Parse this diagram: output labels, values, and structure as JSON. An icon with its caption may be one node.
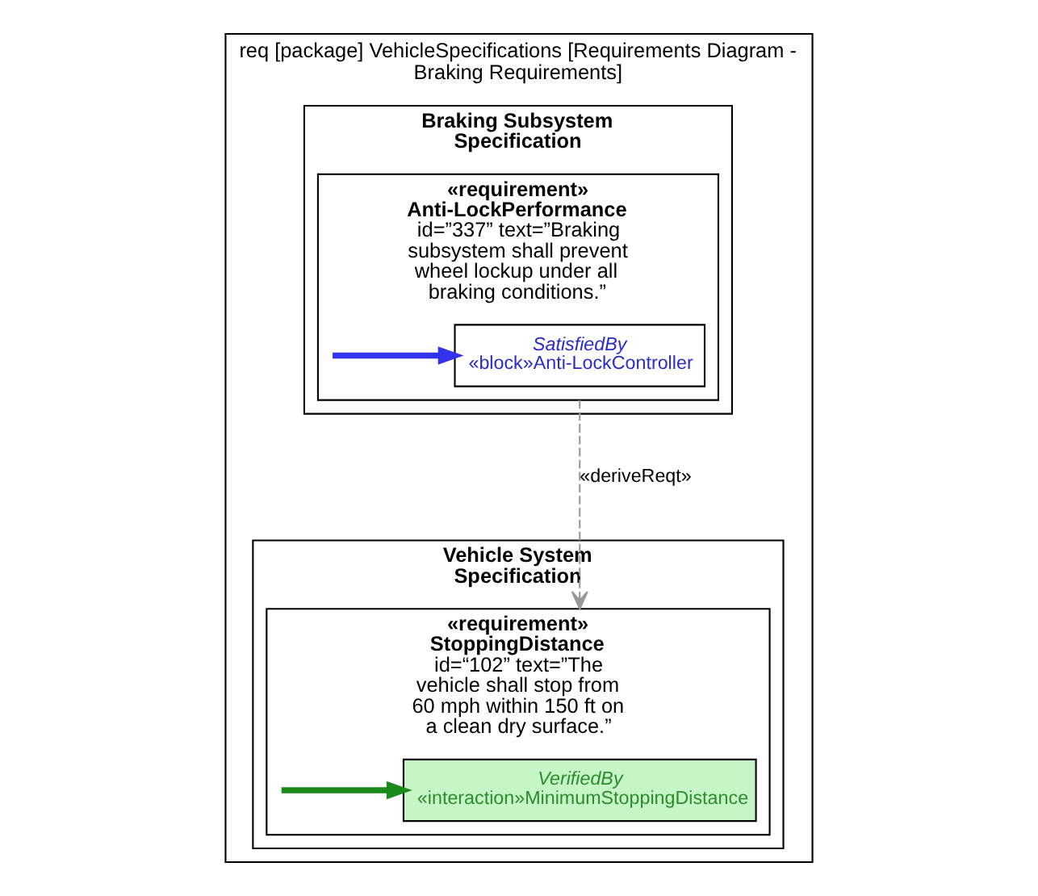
{
  "diagram": {
    "nodes": [
      {
        "text": [
          "req [package] VehicleSpecifications [Requirements Diagram - Braking Requirements]"
        ]
      },
      {
        "text": [
          "Vehicle System Specification"
        ],
        "in": 0
      },
      {
        "text": [
          "«requirement» StoppingDistance",
          "id=“102” text=”The vehicle shall stop from 60 mph within 150 ft on a clean dry surface.”"
        ],
        "in": 1
      },
      {
        "text": [
          "VerifiedBy",
          "«interaction»MinimumStoppingDistance"
        ],
        "in": 2
      },
      {
        "text": [
          "Braking Subsystem Specification"
        ],
        "in": 0
      },
      {
        "text": [
          "«requirement» Anti-LockPerformance",
          "id=”337” text=”Braking subsystem shall prevent wheel lockup under all braking conditions.”"
        ],
        "in": 4
      },
      {
        "text": [
          "SatisfiedBy",
          "«block»Anti-LockController"
        ],
        "in": 5
      }
    ],
    "edges": [
      {
        "from": 5,
        "to": 2,
        "arrow": "to",
        "label": "«deriveReqt»",
        "style": "dashed",
        "color": "#999999"
      },
      {
        "from": null,
        "to": 6,
        "arrow": "to",
        "color": "#3333ee"
      },
      {
        "from": null,
        "to": 3,
        "arrow": "to",
        "color": "#1a8a1a"
      }
    ]
  }
}
